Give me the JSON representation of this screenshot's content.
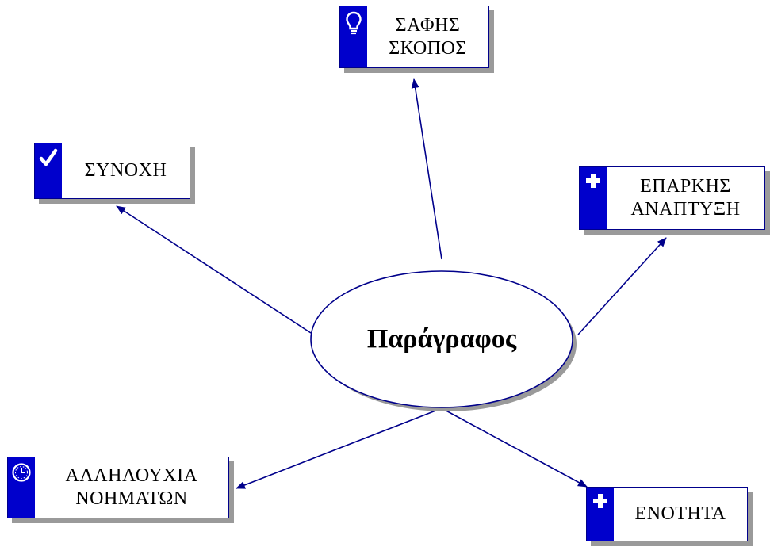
{
  "center": {
    "label": "Παράγραφος"
  },
  "nodes": {
    "clarity": {
      "line1": "ΣΑΦΗΣ",
      "line2": "ΣΚΟΠΟΣ",
      "icon": "lightbulb-icon"
    },
    "cohesion": {
      "line1": "ΣΥΝΟΧΗ",
      "icon": "checkmark-icon"
    },
    "development": {
      "line1": "ΕΠΑΡΚΗΣ",
      "line2": "ΑΝΑΠΤΥΞΗ",
      "icon": "plus-icon"
    },
    "sequence": {
      "line1": "ΑΛΛΗΛΟΥΧΙΑ",
      "line2": "ΝΟΗΜΑΤΩΝ",
      "icon": "clock-icon"
    },
    "unity": {
      "line1": "ΕΝΟΤΗΤΑ",
      "icon": "plus-icon"
    }
  },
  "colors": {
    "accent": "#0000cc",
    "stroke": "#00008b",
    "shadow": "#9a9a9a"
  }
}
